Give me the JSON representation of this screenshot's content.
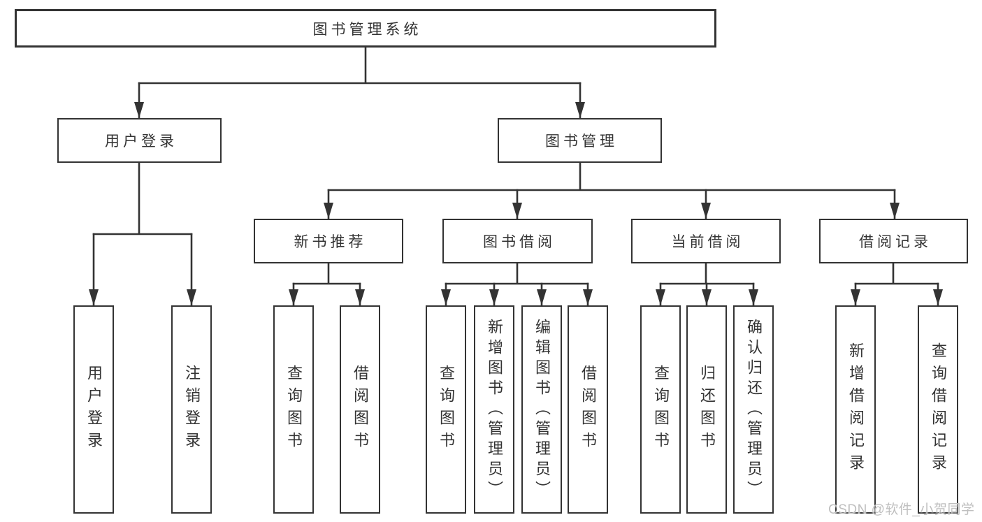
{
  "diagram": {
    "root": "图书管理系统",
    "branches": [
      {
        "label": "用户登录",
        "leaves": [
          "用户登录",
          "注销登录"
        ]
      },
      {
        "label": "图书管理",
        "groups": [
          {
            "label": "新书推荐",
            "leaves": [
              "查询图书",
              "借阅图书"
            ]
          },
          {
            "label": "图书借阅",
            "leaves": [
              "查询图书",
              "新增图书（管理员）",
              "编辑图书（管理员）",
              "借阅图书"
            ]
          },
          {
            "label": "当前借阅",
            "leaves": [
              "查询图书",
              "归还图书",
              "确认归还（管理员）"
            ]
          },
          {
            "label": "借阅记录",
            "leaves": [
              "新增借阅记录",
              "查询借阅记录"
            ]
          }
        ]
      }
    ]
  },
  "watermark": {
    "text": "CSDN @软件_小贺同学"
  },
  "colors": {
    "line": "#333333",
    "box_border": "#333333",
    "text": "#333333",
    "background": "#ffffff",
    "watermark": "#bfbfbf"
  }
}
